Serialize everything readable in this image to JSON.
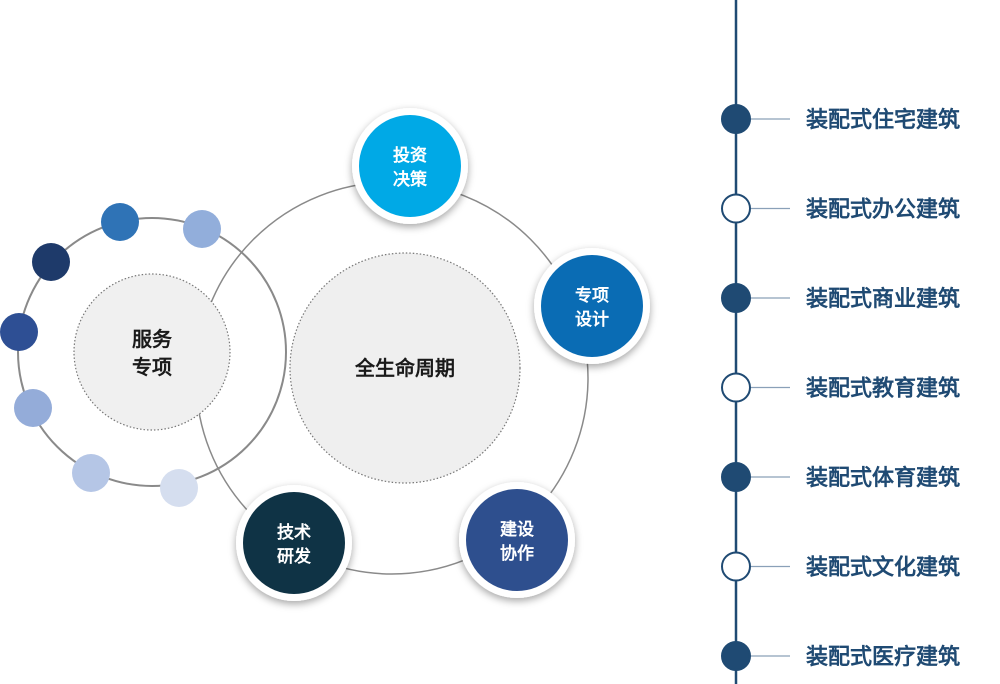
{
  "center": {
    "label": "全生命周期"
  },
  "service": {
    "line1": "服务",
    "line2": "专项"
  },
  "nodes": [
    {
      "line1": "投资",
      "line2": "决策",
      "color": "#00a9e6"
    },
    {
      "line1": "专项",
      "line2": "设计",
      "color": "#0a6cb4"
    },
    {
      "line1": "建设",
      "line2": "协作",
      "color": "#2e4f8e"
    },
    {
      "line1": "技术",
      "line2": "研发",
      "color": "#0f3345"
    }
  ],
  "dots": [
    {
      "color": "#2f73b6"
    },
    {
      "color": "#92aedb"
    },
    {
      "color": "#1e3a6a"
    },
    {
      "color": "#2e4f94"
    },
    {
      "color": "#94acd9"
    },
    {
      "color": "#b5c6e6"
    },
    {
      "color": "#d5deef"
    }
  ],
  "timeline": {
    "line_color": "#1f4a73",
    "items": [
      {
        "label": "装配式住宅建筑",
        "filled": true
      },
      {
        "label": "装配式办公建筑",
        "filled": false
      },
      {
        "label": "装配式商业建筑",
        "filled": true
      },
      {
        "label": "装配式教育建筑",
        "filled": false
      },
      {
        "label": "装配式体育建筑",
        "filled": true
      },
      {
        "label": "装配式文化建筑",
        "filled": false
      },
      {
        "label": "装配式医疗建筑",
        "filled": true
      }
    ]
  }
}
